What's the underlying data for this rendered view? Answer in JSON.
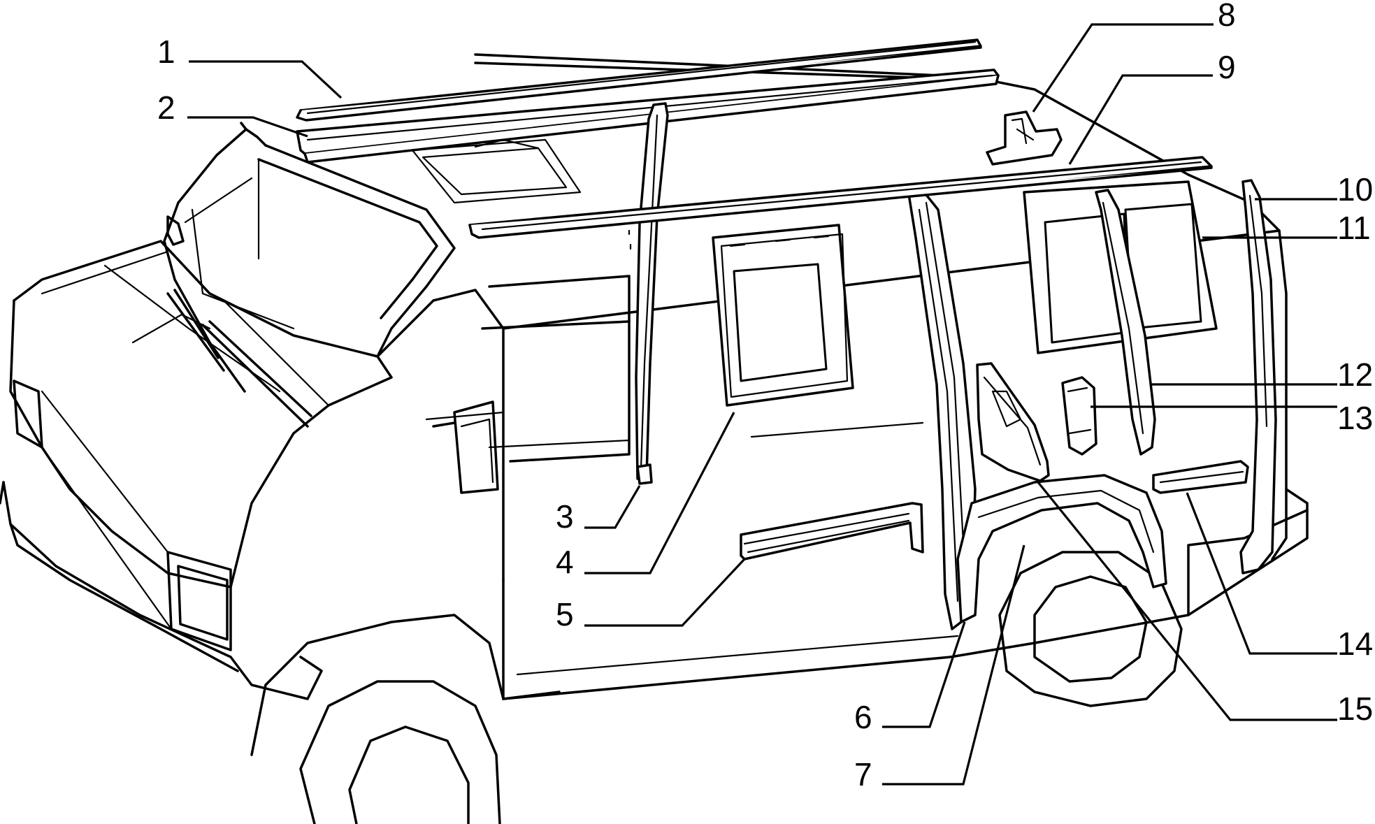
{
  "callouts": [
    {
      "label": "1"
    },
    {
      "label": "2"
    },
    {
      "label": "3"
    },
    {
      "label": "4"
    },
    {
      "label": "5"
    },
    {
      "label": "6"
    },
    {
      "label": "7"
    },
    {
      "label": "8"
    },
    {
      "label": "9"
    },
    {
      "label": "10"
    },
    {
      "label": "11"
    },
    {
      "label": "12"
    },
    {
      "label": "13"
    },
    {
      "label": "14"
    },
    {
      "label": "15"
    }
  ]
}
